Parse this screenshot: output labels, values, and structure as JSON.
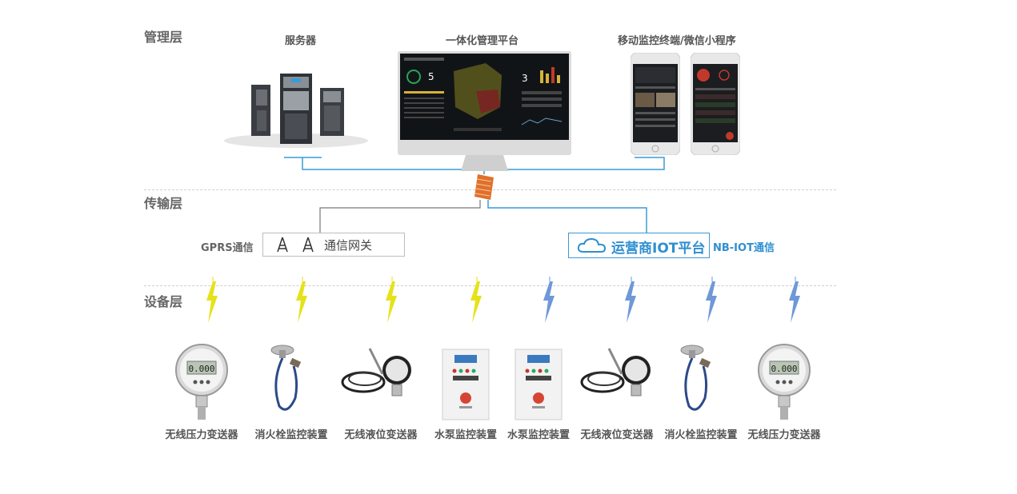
{
  "layers": {
    "management": "管理层",
    "transport": "传输层",
    "device": "设备层"
  },
  "management": {
    "server_label": "服务器",
    "platform_label": "一体化管理平台",
    "mobile_label": "移动监控终端/微信小程序"
  },
  "transport": {
    "gprs_label": "GPRS通信",
    "gateway_label": "通信网关",
    "cloud_label": "运营商IOT平台",
    "nbiot_label": "NB-IOT通信"
  },
  "devices": [
    {
      "label": "无线压力变送器",
      "signal": "yellow",
      "type": "pressure-gauge"
    },
    {
      "label": "消火栓监控装置",
      "signal": "yellow",
      "type": "hydrant-monitor"
    },
    {
      "label": "无线液位变送器",
      "signal": "yellow",
      "type": "level-transmitter"
    },
    {
      "label": "水泵监控装置",
      "signal": "yellow",
      "type": "pump-cabinet"
    },
    {
      "label": "水泵监控装置",
      "signal": "blue",
      "type": "pump-cabinet"
    },
    {
      "label": "无线液位变送器",
      "signal": "blue",
      "type": "level-transmitter"
    },
    {
      "label": "消火栓监控装置",
      "signal": "blue",
      "type": "hydrant-monitor"
    },
    {
      "label": "无线压力变送器",
      "signal": "blue",
      "type": "pressure-gauge"
    }
  ],
  "colors": {
    "signal_yellow": "#e6e21a",
    "signal_blue": "#6f98d8",
    "cloud_blue": "#2f8fd0",
    "line_blue": "#3a9bd5",
    "line_gray": "#777777",
    "firewall": "#e0702a"
  },
  "gauge_readout": "0.000"
}
